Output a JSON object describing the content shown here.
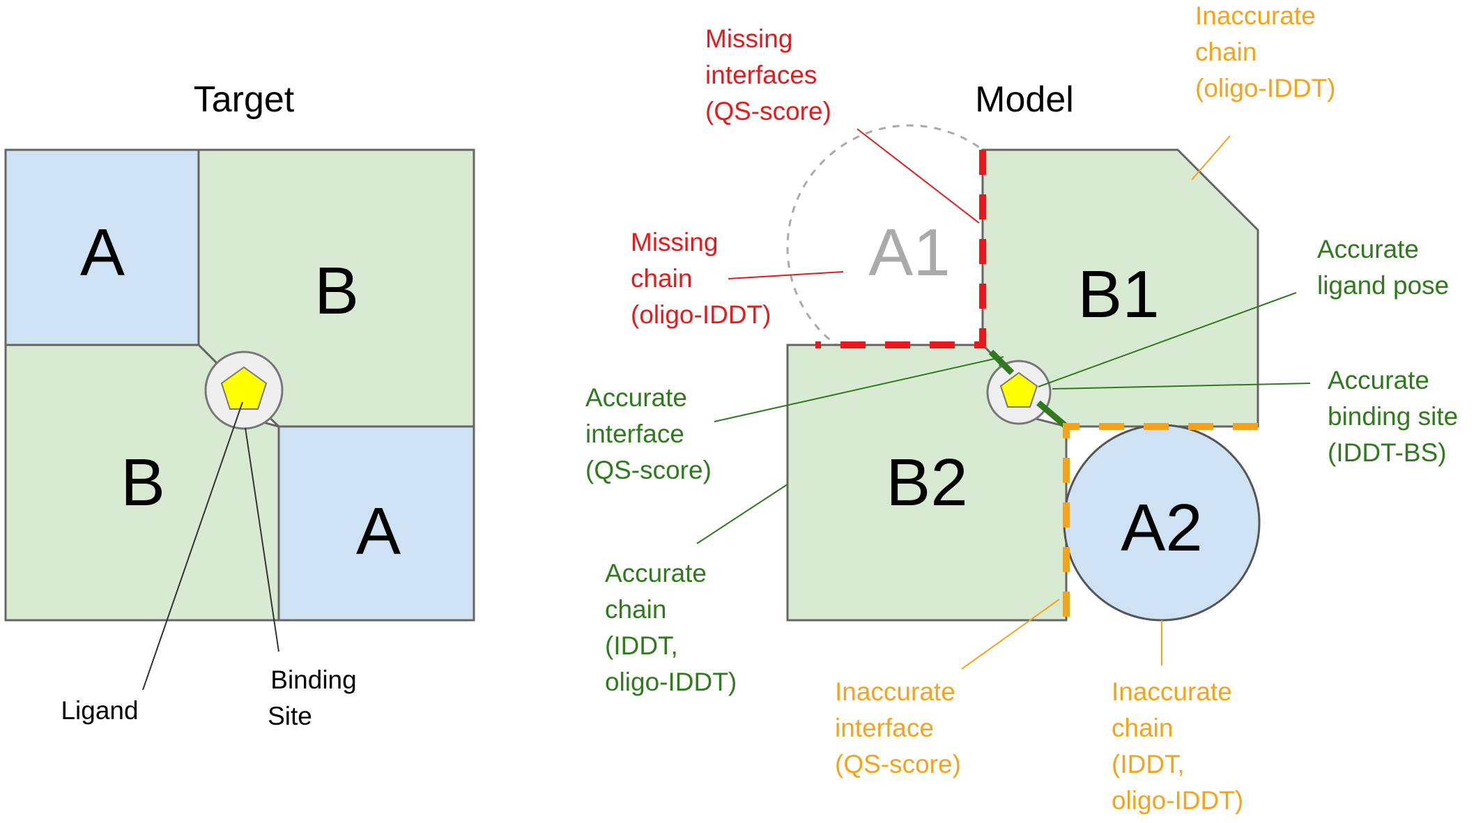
{
  "target": {
    "title": "Target",
    "chains": [
      "A",
      "B",
      "B",
      "A"
    ],
    "ligand_label": "Ligand",
    "binding_site_label": [
      "Binding",
      "Site"
    ]
  },
  "model": {
    "title": "Model",
    "chains": [
      "A1",
      "B1",
      "B2",
      "A2"
    ],
    "annotations": {
      "missing_interfaces": [
        "Missing",
        "interfaces",
        "(QS-score)"
      ],
      "missing_chain": [
        "Missing",
        "chain",
        "(oligo-IDDT)"
      ],
      "inaccurate_chain_top": [
        "Inaccurate",
        "chain",
        "(oligo-IDDT)"
      ],
      "accurate_ligand_pose": [
        "Accurate",
        "ligand pose"
      ],
      "accurate_binding_site": [
        "Accurate",
        "binding site",
        "(IDDT-BS)"
      ],
      "accurate_interface": [
        "Accurate",
        "interface",
        "(QS-score)"
      ],
      "accurate_chain": [
        "Accurate",
        "chain",
        "(IDDT,",
        "oligo-IDDT)"
      ],
      "inaccurate_interface": [
        "Inaccurate",
        "interface",
        "(QS-score)"
      ],
      "inaccurate_chain_bottom": [
        "Inaccurate",
        "chain",
        "(IDDT,",
        "oligo-IDDT)"
      ]
    }
  },
  "colors": {
    "chain_a": "#cfe2f3",
    "chain_b": "#d9ead3",
    "outline": "#666666",
    "missing": "#e8191a",
    "accurate": "#2f7a1c",
    "inaccurate": "#f7a21b",
    "ligand": "#ffff00",
    "binding_site": "#efefef"
  }
}
